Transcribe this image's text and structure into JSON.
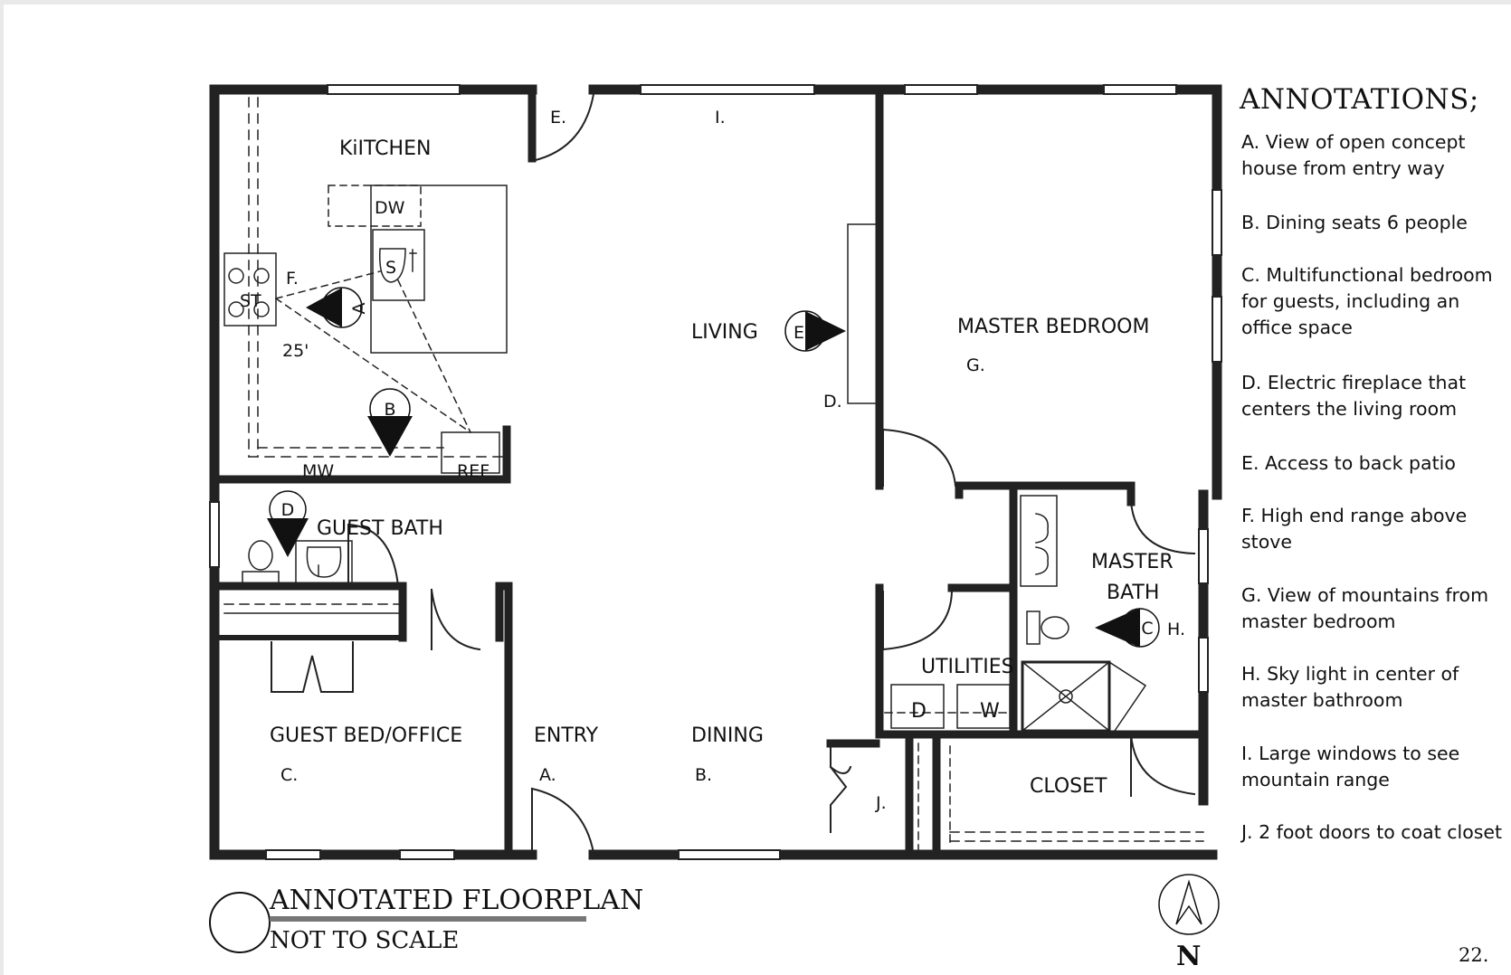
{
  "rooms": {
    "kitchen": "KiITCHEN",
    "living": "LIVING",
    "master_bedroom": "MASTER BEDROOM",
    "guest_bath": "GUEST BATH",
    "master_bath_line1": "MASTER",
    "master_bath_line2": "BATH",
    "utilities": "UTILITIES",
    "guest_bed_office": "GUEST BED/OFFICE",
    "entry": "ENTRY",
    "dining": "DINING",
    "closet": "CLOSET"
  },
  "fixtures": {
    "dw": "DW",
    "s": "S",
    "st": "ST",
    "mw": "MW",
    "ref": "REF",
    "dryer": "D",
    "washer": "W",
    "dimension": "25'"
  },
  "letters": {
    "a": "A.",
    "b": "B.",
    "c": "C.",
    "d": "D.",
    "e": "E.",
    "f": "F.",
    "g": "G.",
    "h": "H.",
    "i": "I.",
    "j": "J."
  },
  "markers": {
    "a": "A",
    "b": "B",
    "c": "C",
    "d": "D",
    "e": "E"
  },
  "title": {
    "main": "ANNOTATED FLOORPLAN",
    "sub": "NOT TO SCALE"
  },
  "north_label": "N",
  "page_number": "22.",
  "annotations": {
    "heading": "ANNOTATIONS;",
    "items": [
      {
        "line1": "A. View of open concept",
        "line2": "house from entry way"
      },
      {
        "line1": "B. Dining seats 6 people",
        "line2": ""
      },
      {
        "line1": "C. Multifunctional bedroom",
        "line2": "for guests, including an",
        "line3": "office space"
      },
      {
        "line1": "D. Electric fireplace that",
        "line2": "centers the living room"
      },
      {
        "line1": "E. Access to back patio",
        "line2": ""
      },
      {
        "line1": "F. High end range above",
        "line2": "stove"
      },
      {
        "line1": "G. View of mountains from",
        "line2": "master bedroom"
      },
      {
        "line1": "H. Sky light in center of",
        "line2": "master bathroom"
      },
      {
        "line1": "I. Large windows to see",
        "line2": "mountain range"
      },
      {
        "line1": "J. 2 foot doors to coat closet",
        "line2": ""
      }
    ]
  }
}
